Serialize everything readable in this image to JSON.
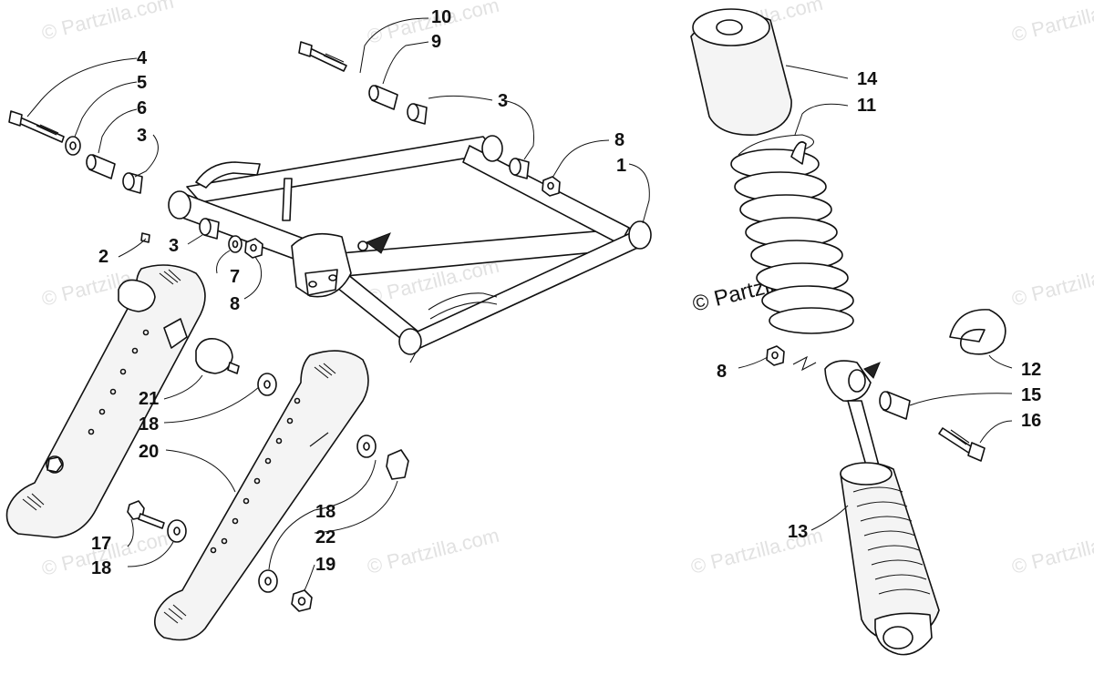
{
  "watermark": "© Partzilla.com",
  "watermark_center": "© Partzilla.com",
  "callouts": {
    "c1": "1",
    "c2": "2",
    "c3a": "3",
    "c3b": "3",
    "c3c": "3",
    "c4": "4",
    "c5": "5",
    "c6": "6",
    "c7": "7",
    "c8a": "8",
    "c8b": "8",
    "c8c": "8",
    "c9": "9",
    "c10": "10",
    "c11": "11",
    "c12": "12",
    "c13": "13",
    "c14": "14",
    "c15": "15",
    "c16": "16",
    "c17": "17",
    "c18a": "18",
    "c18b": "18",
    "c18c": "18",
    "c19": "19",
    "c20": "20",
    "c21": "21",
    "c22": "22"
  }
}
